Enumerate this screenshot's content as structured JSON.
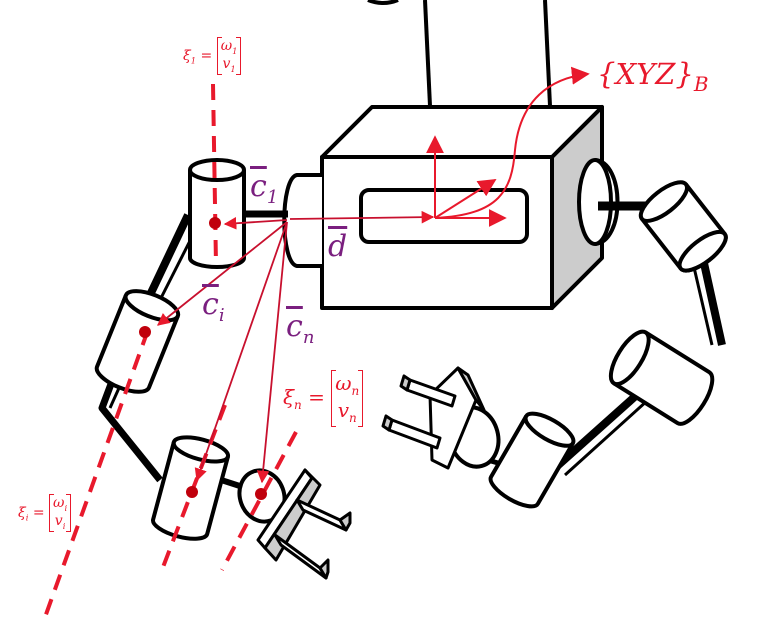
{
  "frame_label": "{XYZ}",
  "frame_subscript": "B",
  "d_label": "d",
  "c_labels": {
    "c1_base": "c",
    "c1_sub": "1",
    "ci_base": "c",
    "ci_sub": "i",
    "cn_base": "c",
    "cn_sub": "n"
  },
  "xi_1": {
    "lhs": "ξ",
    "sub": "1",
    "eq": "=",
    "top": "ω",
    "top_sub": "1",
    "bot": "v",
    "bot_sub": "1"
  },
  "xi_i": {
    "lhs": "ξ",
    "sub": "i",
    "eq": "=",
    "top": "ω",
    "top_sub": "i",
    "bot": "v",
    "bot_sub": "i"
  },
  "xi_n": {
    "lhs": "ξ",
    "sub": "n",
    "eq": "=",
    "top": "ω",
    "top_sub": "n",
    "bot": "v",
    "bot_sub": "n"
  },
  "colors": {
    "screw": "#e8192c",
    "vector": "#7a1f7f",
    "stroke": "#000000",
    "shade": "#cccccc"
  }
}
